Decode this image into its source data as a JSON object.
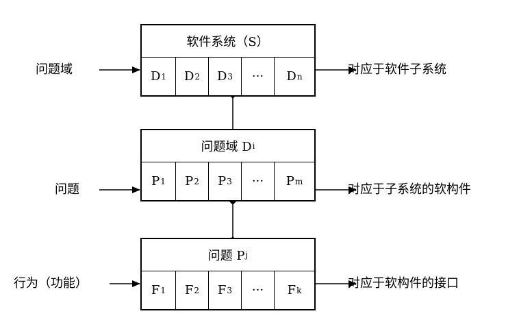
{
  "blocks": [
    {
      "title": "软件系统（S）",
      "title_sub": "",
      "cells": [
        {
          "main": "D",
          "sub": "1"
        },
        {
          "main": "D",
          "sub": "2"
        },
        {
          "main": "D",
          "sub": "3"
        },
        {
          "main": "···",
          "sub": ""
        },
        {
          "main": "D",
          "sub": "n"
        }
      ],
      "left_label": "问题域",
      "right_label": "对应于软件子系统"
    },
    {
      "title": "问题域 D",
      "title_sub": "i",
      "cells": [
        {
          "main": "P",
          "sub": "1"
        },
        {
          "main": "P ",
          "sub": "2"
        },
        {
          "main": "P",
          "sub": "3"
        },
        {
          "main": "···",
          "sub": ""
        },
        {
          "main": "P ",
          "sub": "m"
        }
      ],
      "left_label": "问题",
      "right_label": "对应于子系统的软构件"
    },
    {
      "title": "问题 P",
      "title_sub": "j",
      "cells": [
        {
          "main": "F",
          "sub": "1"
        },
        {
          "main": "F ",
          "sub": "2"
        },
        {
          "main": "F",
          "sub": "3"
        },
        {
          "main": "···",
          "sub": ""
        },
        {
          "main": "F ",
          "sub": "k"
        }
      ],
      "left_label": "行为（功能）",
      "right_label": "对应于软构件的接口"
    }
  ]
}
